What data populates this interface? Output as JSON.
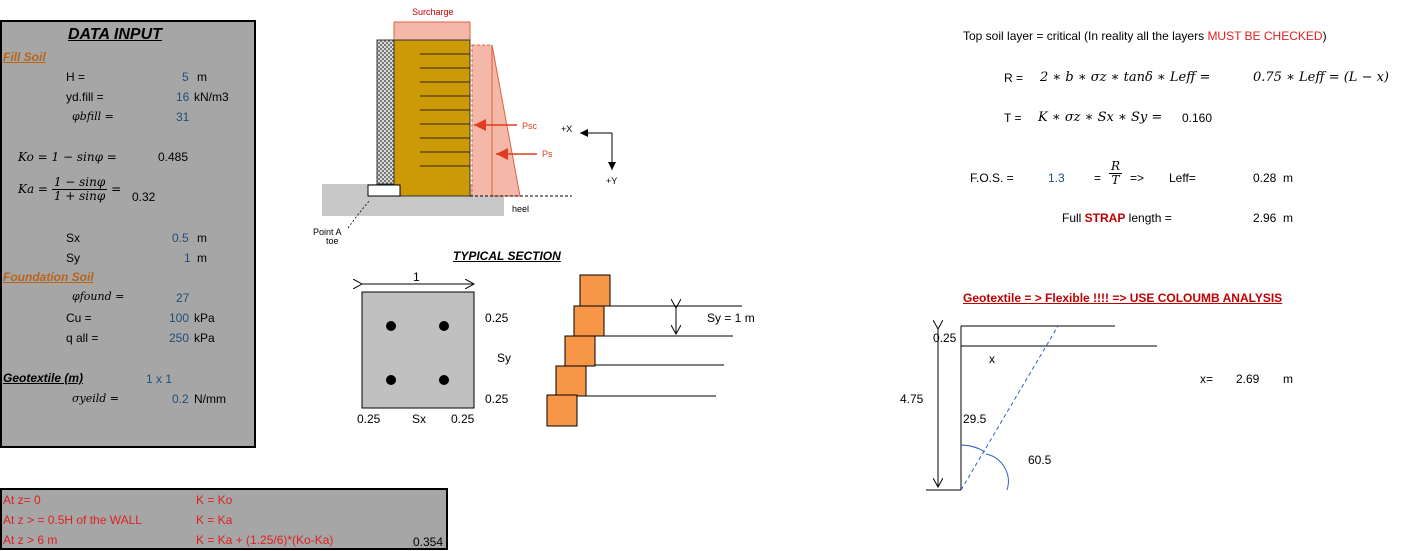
{
  "data_input": {
    "title": "DATA INPUT",
    "fill_soil_label": "Fill Soil",
    "H": {
      "label": "H =",
      "value": "5",
      "unit": "m"
    },
    "yd_fill": {
      "label": "yd.fill =",
      "value": "16",
      "unit": "kN/m3"
    },
    "phi_bfill": {
      "label": "φbfill =",
      "value": "31"
    },
    "Ko": {
      "label": "Ko = 1 − sinφ =",
      "value": "0.485"
    },
    "Ka": {
      "label_prefix": "Ka =",
      "num": "1 − sinφ",
      "den": "1 + sinφ",
      "eq": "=",
      "value": "0.32"
    },
    "Sx": {
      "label": "Sx",
      "value": "0.5",
      "unit": "m"
    },
    "Sy": {
      "label": "Sy",
      "value": "1",
      "unit": "m"
    },
    "foundation_soil_label": "Foundation Soil",
    "phi_found": {
      "label": "φfound =",
      "value": "27"
    },
    "Cu": {
      "label": "Cu =",
      "value": "100",
      "unit": "kPa"
    },
    "q_all": {
      "label": "q all =",
      "value": "250",
      "unit": "kPa"
    },
    "geotextile_label": "Geotextile (m)",
    "geotextile_size": "1 x 1",
    "sigma_yield": {
      "label": "σyeild =",
      "value": "0.2",
      "unit": "N/mm"
    }
  },
  "conditions": [
    {
      "z": "At z= 0",
      "k": "K = Ko",
      "v": ""
    },
    {
      "z": "At z > = 0.5H of the WALL",
      "k": "K = Ka",
      "v": ""
    },
    {
      "z": "At z > 6 m",
      "k": "K = Ka + (1.25/6)*(Ko-Ka)",
      "v": "0.354"
    }
  ],
  "wall_diagram": {
    "surcharge": "Surcharge",
    "psc": "Psc",
    "ps": "Ps",
    "plus_x": "+X",
    "plus_y": "+Y",
    "heel": "heel",
    "point_a": "Point A",
    "toe": "toe",
    "colors": {
      "fill": "#cc9a06",
      "pressure": "#ee6644",
      "surcharge": "#f4b8a8"
    }
  },
  "typical_section": {
    "title": "TYPICAL SECTION",
    "width": "1",
    "right_top": "0.25",
    "right_mid": "Sy",
    "right_bot": "0.25",
    "bot_left": "0.25",
    "bot_mid": "Sx",
    "bot_right": "0.25"
  },
  "blocks": {
    "sy_label": "Sy = 1 m",
    "color": "#f79646"
  },
  "analysis": {
    "top_note": "Top soil layer = critical (In reality all the layers ",
    "top_note_red": "MUST BE CHECKED",
    "top_note_end": ")",
    "R_label": "R =",
    "R_formula": "2 ∗ b ∗ σz ∗ tanδ ∗ Leff =",
    "R_right": "0.75 ∗ Leff = (L − x)",
    "T_label": "T =",
    "T_formula": "K ∗ σz ∗ Sx ∗ Sy =",
    "T_value": "0.160",
    "fos_label": "F.O.S. =",
    "fos_value": "1.3",
    "fos_eq": "=",
    "fos_num": "R",
    "fos_den": "T",
    "fos_arrow": "=>",
    "leff_label": "Leff=",
    "leff_value": "0.28",
    "leff_unit": "m",
    "strap_prefix": "Full ",
    "strap_bold": "STRAP",
    "strap_suffix": " length =",
    "strap_value": "2.96",
    "strap_unit": "m",
    "geotextile_note": "Geotextile = >  Flexible !!!!  => USE COLOUMB ANALYSIS"
  },
  "coulomb": {
    "top": "0.25",
    "x_label": "x",
    "height": "4.75",
    "angle1": "29.5",
    "angle2": "60.5",
    "x_result_label": "x=",
    "x_result_value": "2.69",
    "x_result_unit": "m"
  }
}
